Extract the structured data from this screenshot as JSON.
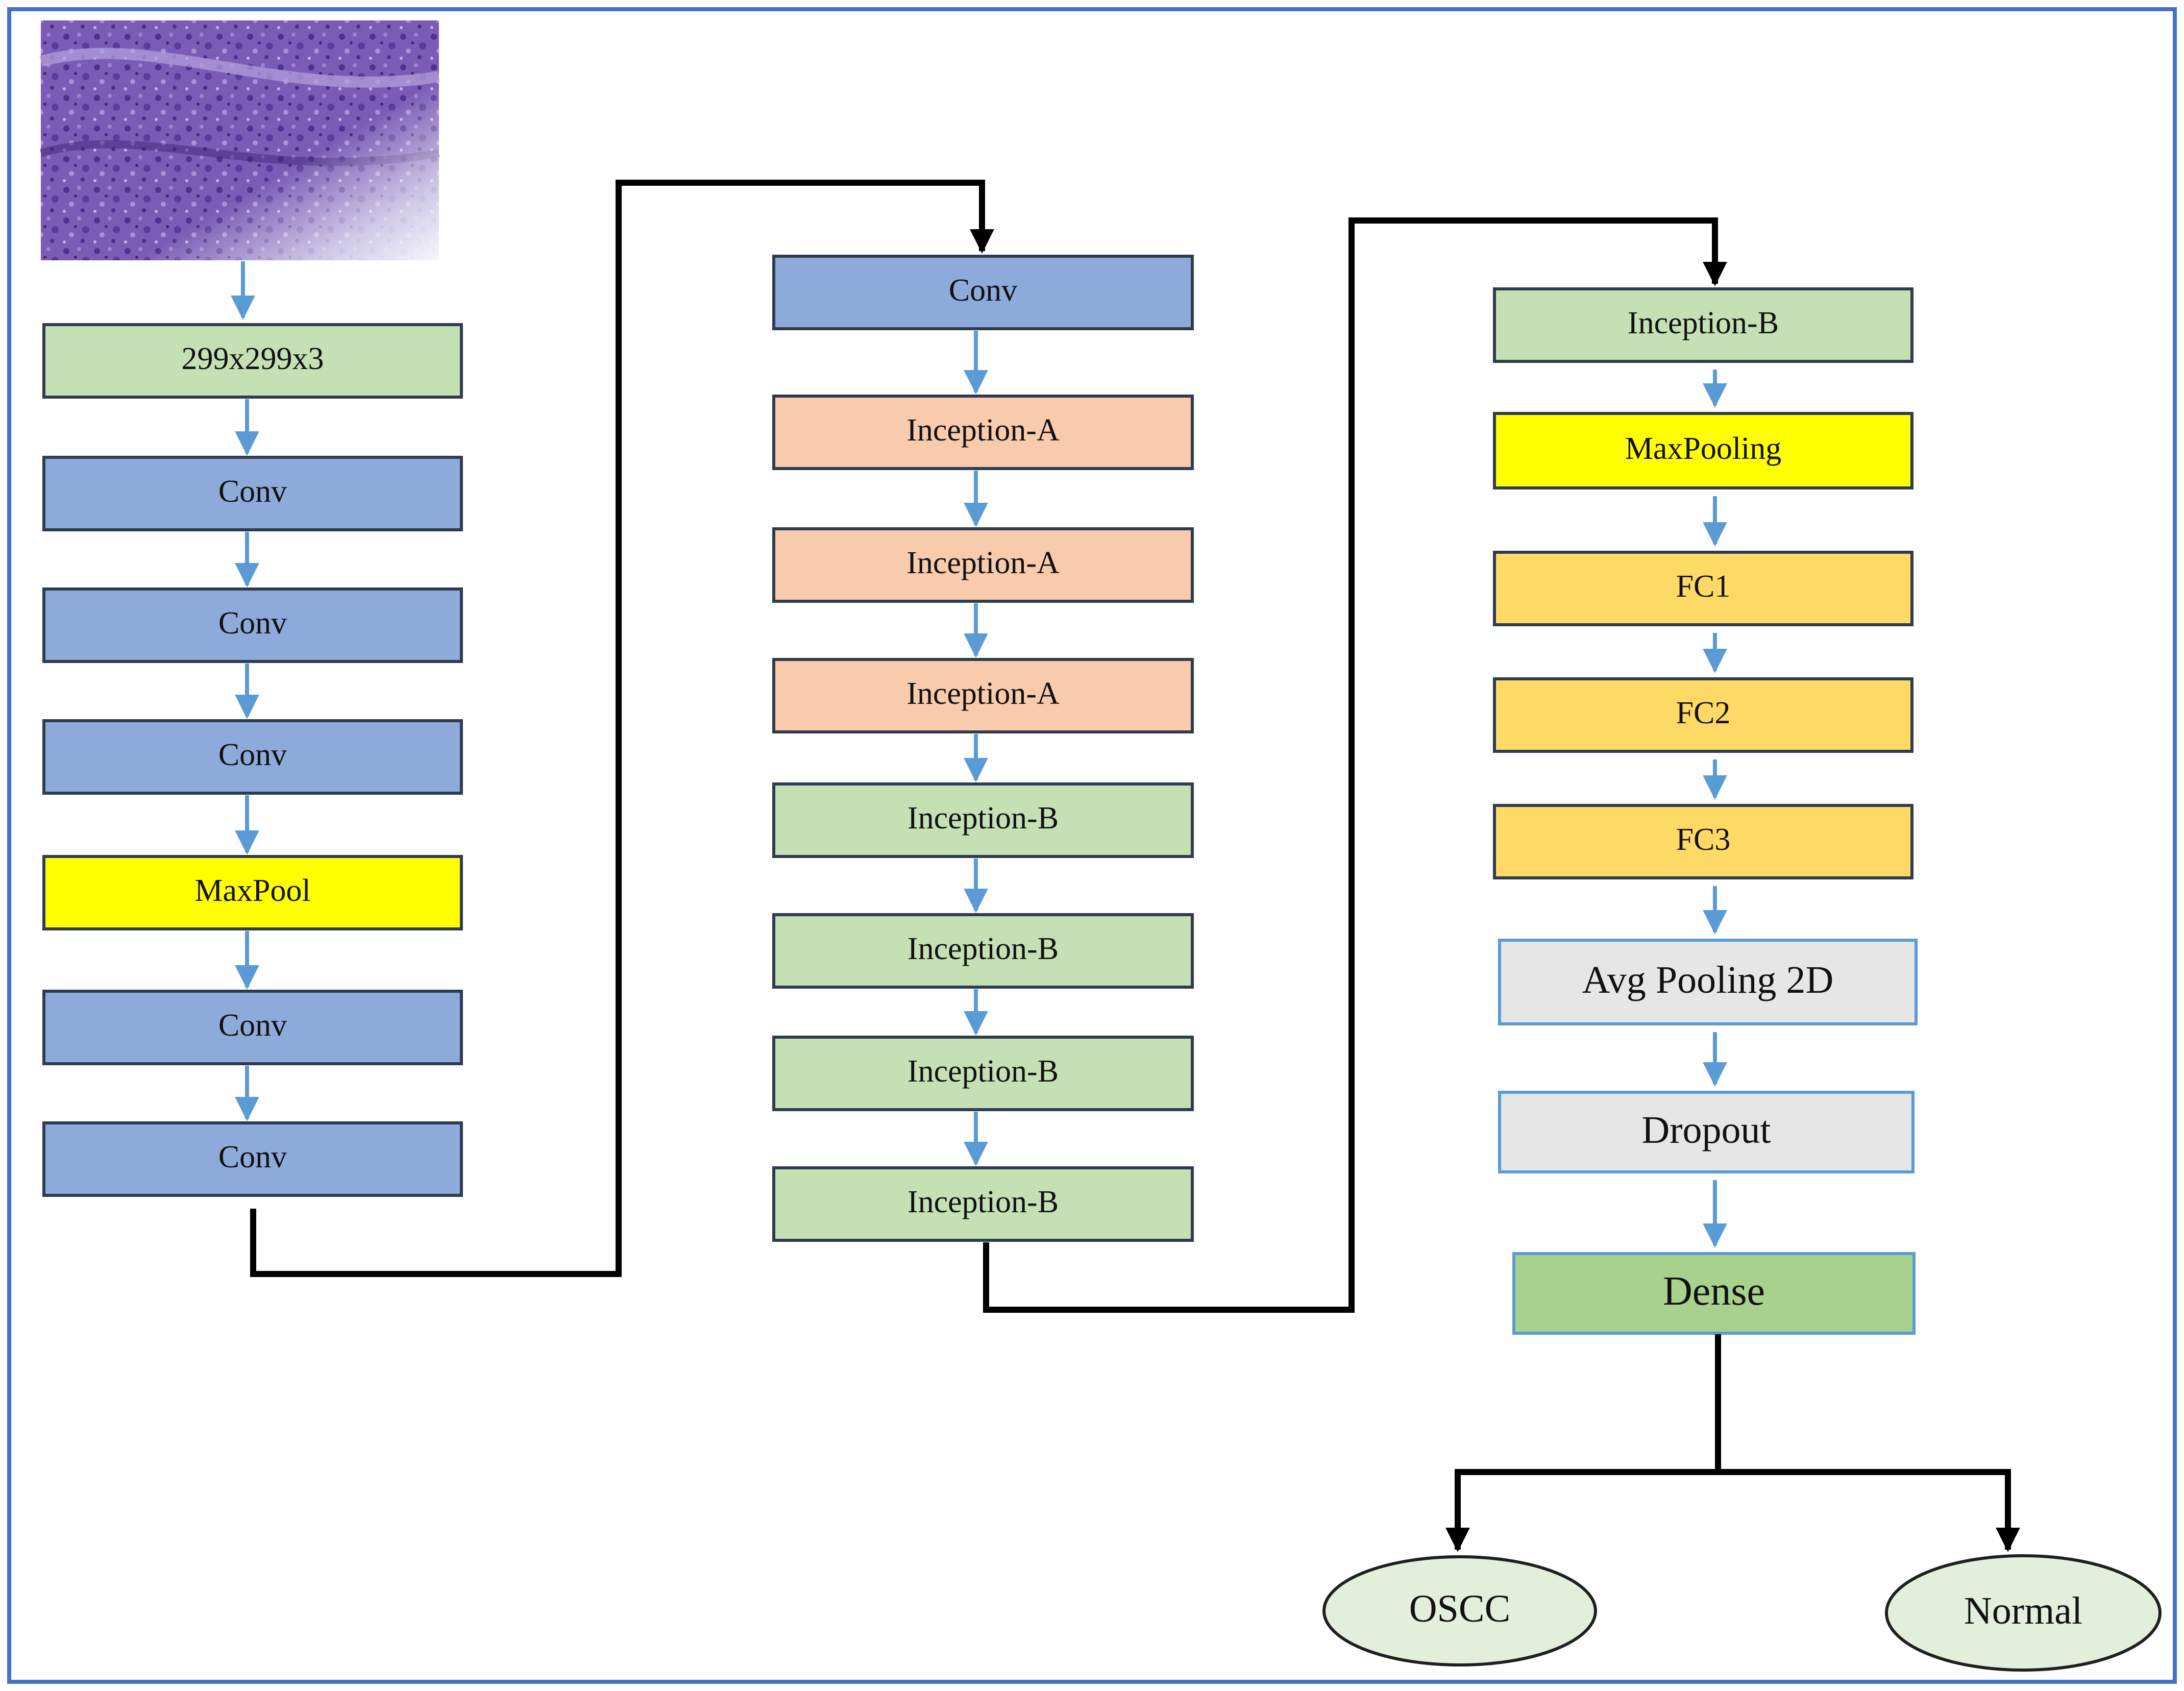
{
  "input_image": {
    "icon": "histopathology-image",
    "colors": [
      "#6a4aa8",
      "#8a6cc4",
      "#b9a6dd",
      "#e9e2f3"
    ]
  },
  "column1": [
    "299x299x3",
    "Conv",
    "Conv",
    "Conv",
    "MaxPool",
    "Conv",
    "Conv"
  ],
  "column2": [
    "Conv",
    "Inception-A",
    "Inception-A",
    "Inception-A",
    "Inception-B",
    "Inception-B",
    "Inception-B",
    "Inception-B"
  ],
  "column3": [
    "Inception-B",
    "MaxPooling",
    "FC1",
    "FC2",
    "FC3",
    "Avg Pooling 2D",
    "Dropout",
    "Dense"
  ],
  "outputs": [
    "OSCC",
    "Normal"
  ],
  "colors": {
    "border": "#4472c4",
    "conv": "#8eaadb",
    "inception_a": "#f8cbad",
    "inception_b": "#c5e0b4",
    "maxpool": "#ffff00",
    "fc": "#ffd966",
    "pooling": "#e7e6e6",
    "dense": "#a9d18e",
    "output": "#e2efda",
    "flow_arrow": "#5b9bd5",
    "connector": "#000000"
  }
}
